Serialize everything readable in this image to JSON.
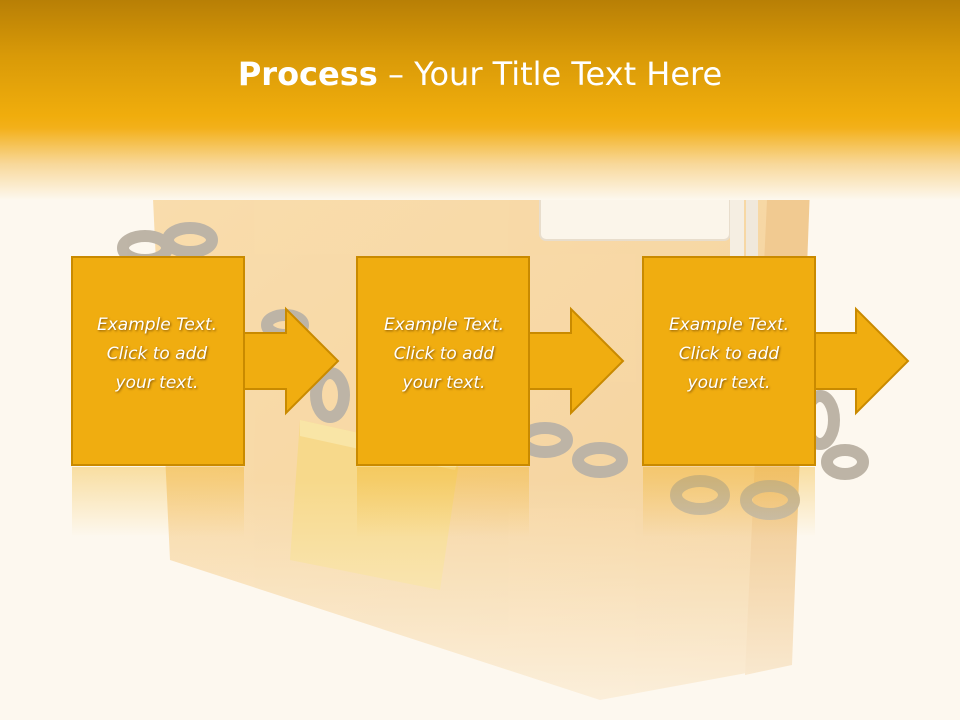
{
  "slide": {
    "title_bold": "Process",
    "title_rest": " – Your Title Text Here"
  },
  "steps": [
    {
      "line1": "Example Text.",
      "line2": "Click  to add",
      "line3": "your text."
    },
    {
      "line1": "Example Text.",
      "line2": "Click  to add",
      "line3": "your text."
    },
    {
      "line1": "Example Text.",
      "line2": "Click  to add",
      "line3": "your text."
    }
  ],
  "colors": {
    "header": "#f0ad0c",
    "box_fill": "#f0ad10",
    "box_border": "#c98a00",
    "background": "#fdf8ef"
  },
  "background_image": "folder-locked-with-chain-and-padlock"
}
